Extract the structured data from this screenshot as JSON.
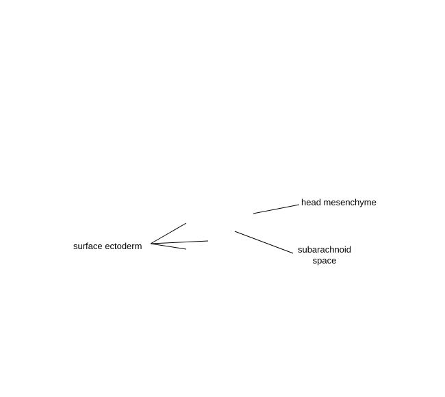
{
  "diagram": {
    "labels": {
      "surface_ectoderm": "surface ectoderm",
      "head_mesenchyme": "head mesenchyme",
      "subarachnoid_space_line1": "subarachnoid",
      "subarachnoid_space_line2": "space"
    },
    "colors": {
      "background": "#ffffff",
      "text": "#000000",
      "leader_lines": "#000000"
    }
  }
}
